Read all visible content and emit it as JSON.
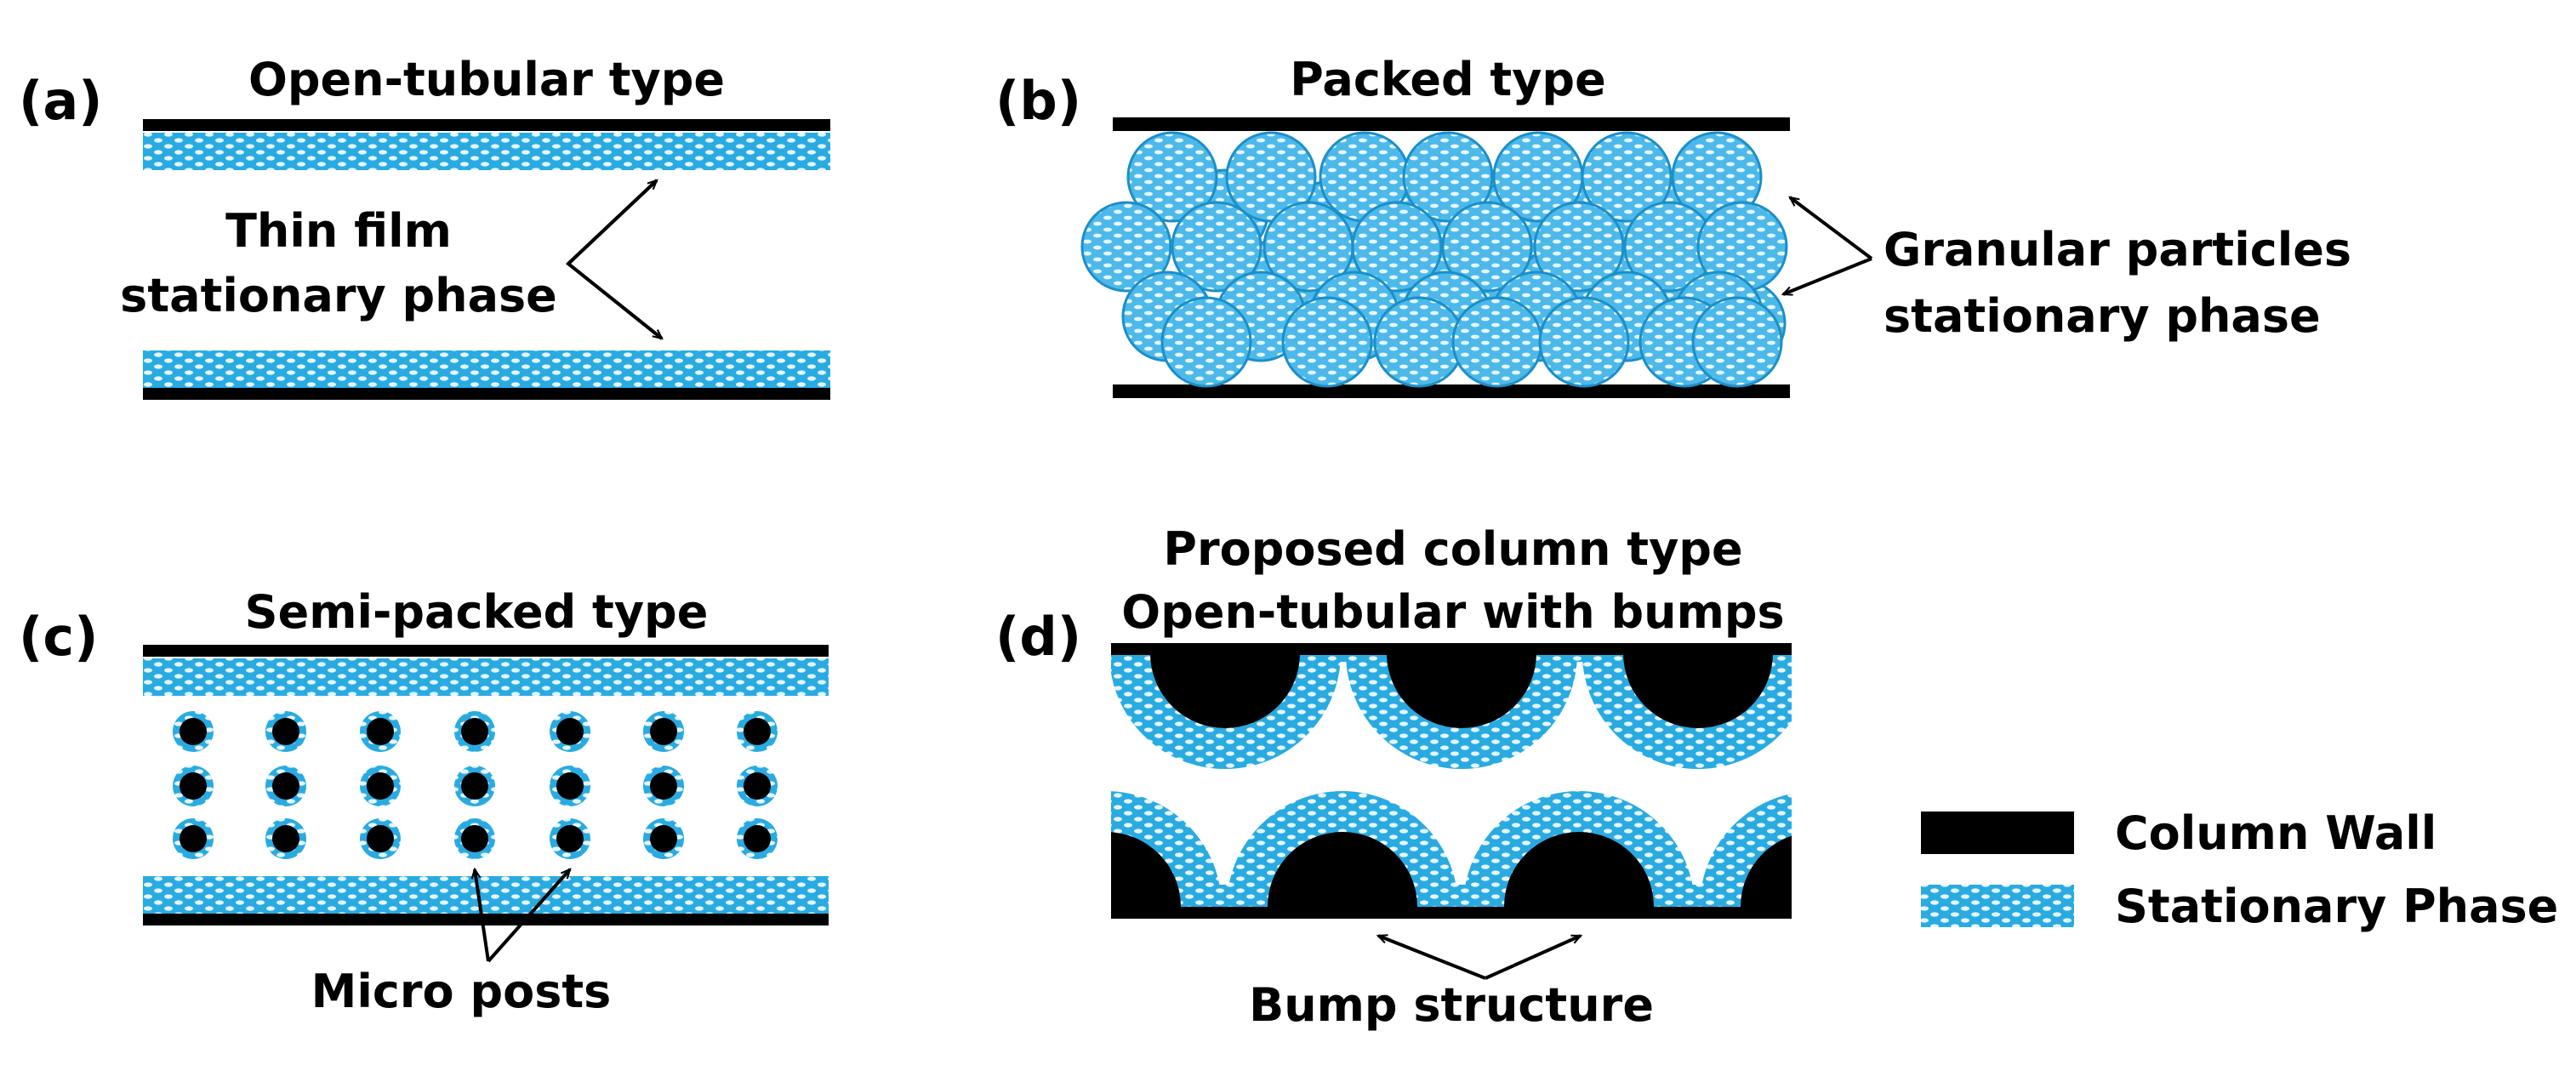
{
  "colors": {
    "wall": "#000000",
    "stationary_phase": "#29abe2",
    "stationary_dots": "#e6f6fd",
    "particle_fill": "#4cb9ea",
    "particle_stroke": "#1b8fc9",
    "background": "#ffffff"
  },
  "panels": {
    "a": {
      "tag": "(a)",
      "title": "Open-tubular type",
      "annotation_line1": "Thin film",
      "annotation_line2": "stationary phase"
    },
    "b": {
      "tag": "(b)",
      "title": "Packed type",
      "annotation_line1": "Granular particles",
      "annotation_line2": "stationary phase"
    },
    "c": {
      "tag": "(c)",
      "title": "Semi-packed type",
      "annotation": "Micro posts"
    },
    "d": {
      "tag": "(d)",
      "title_line1": "Proposed column type",
      "title_line2": "Open-tubular with bumps",
      "annotation": "Bump structure"
    }
  },
  "legend": {
    "items": [
      {
        "label": "Column Wall",
        "swatch": "wall"
      },
      {
        "label": "Stationary Phase",
        "swatch": "stationary_phase"
      }
    ]
  }
}
